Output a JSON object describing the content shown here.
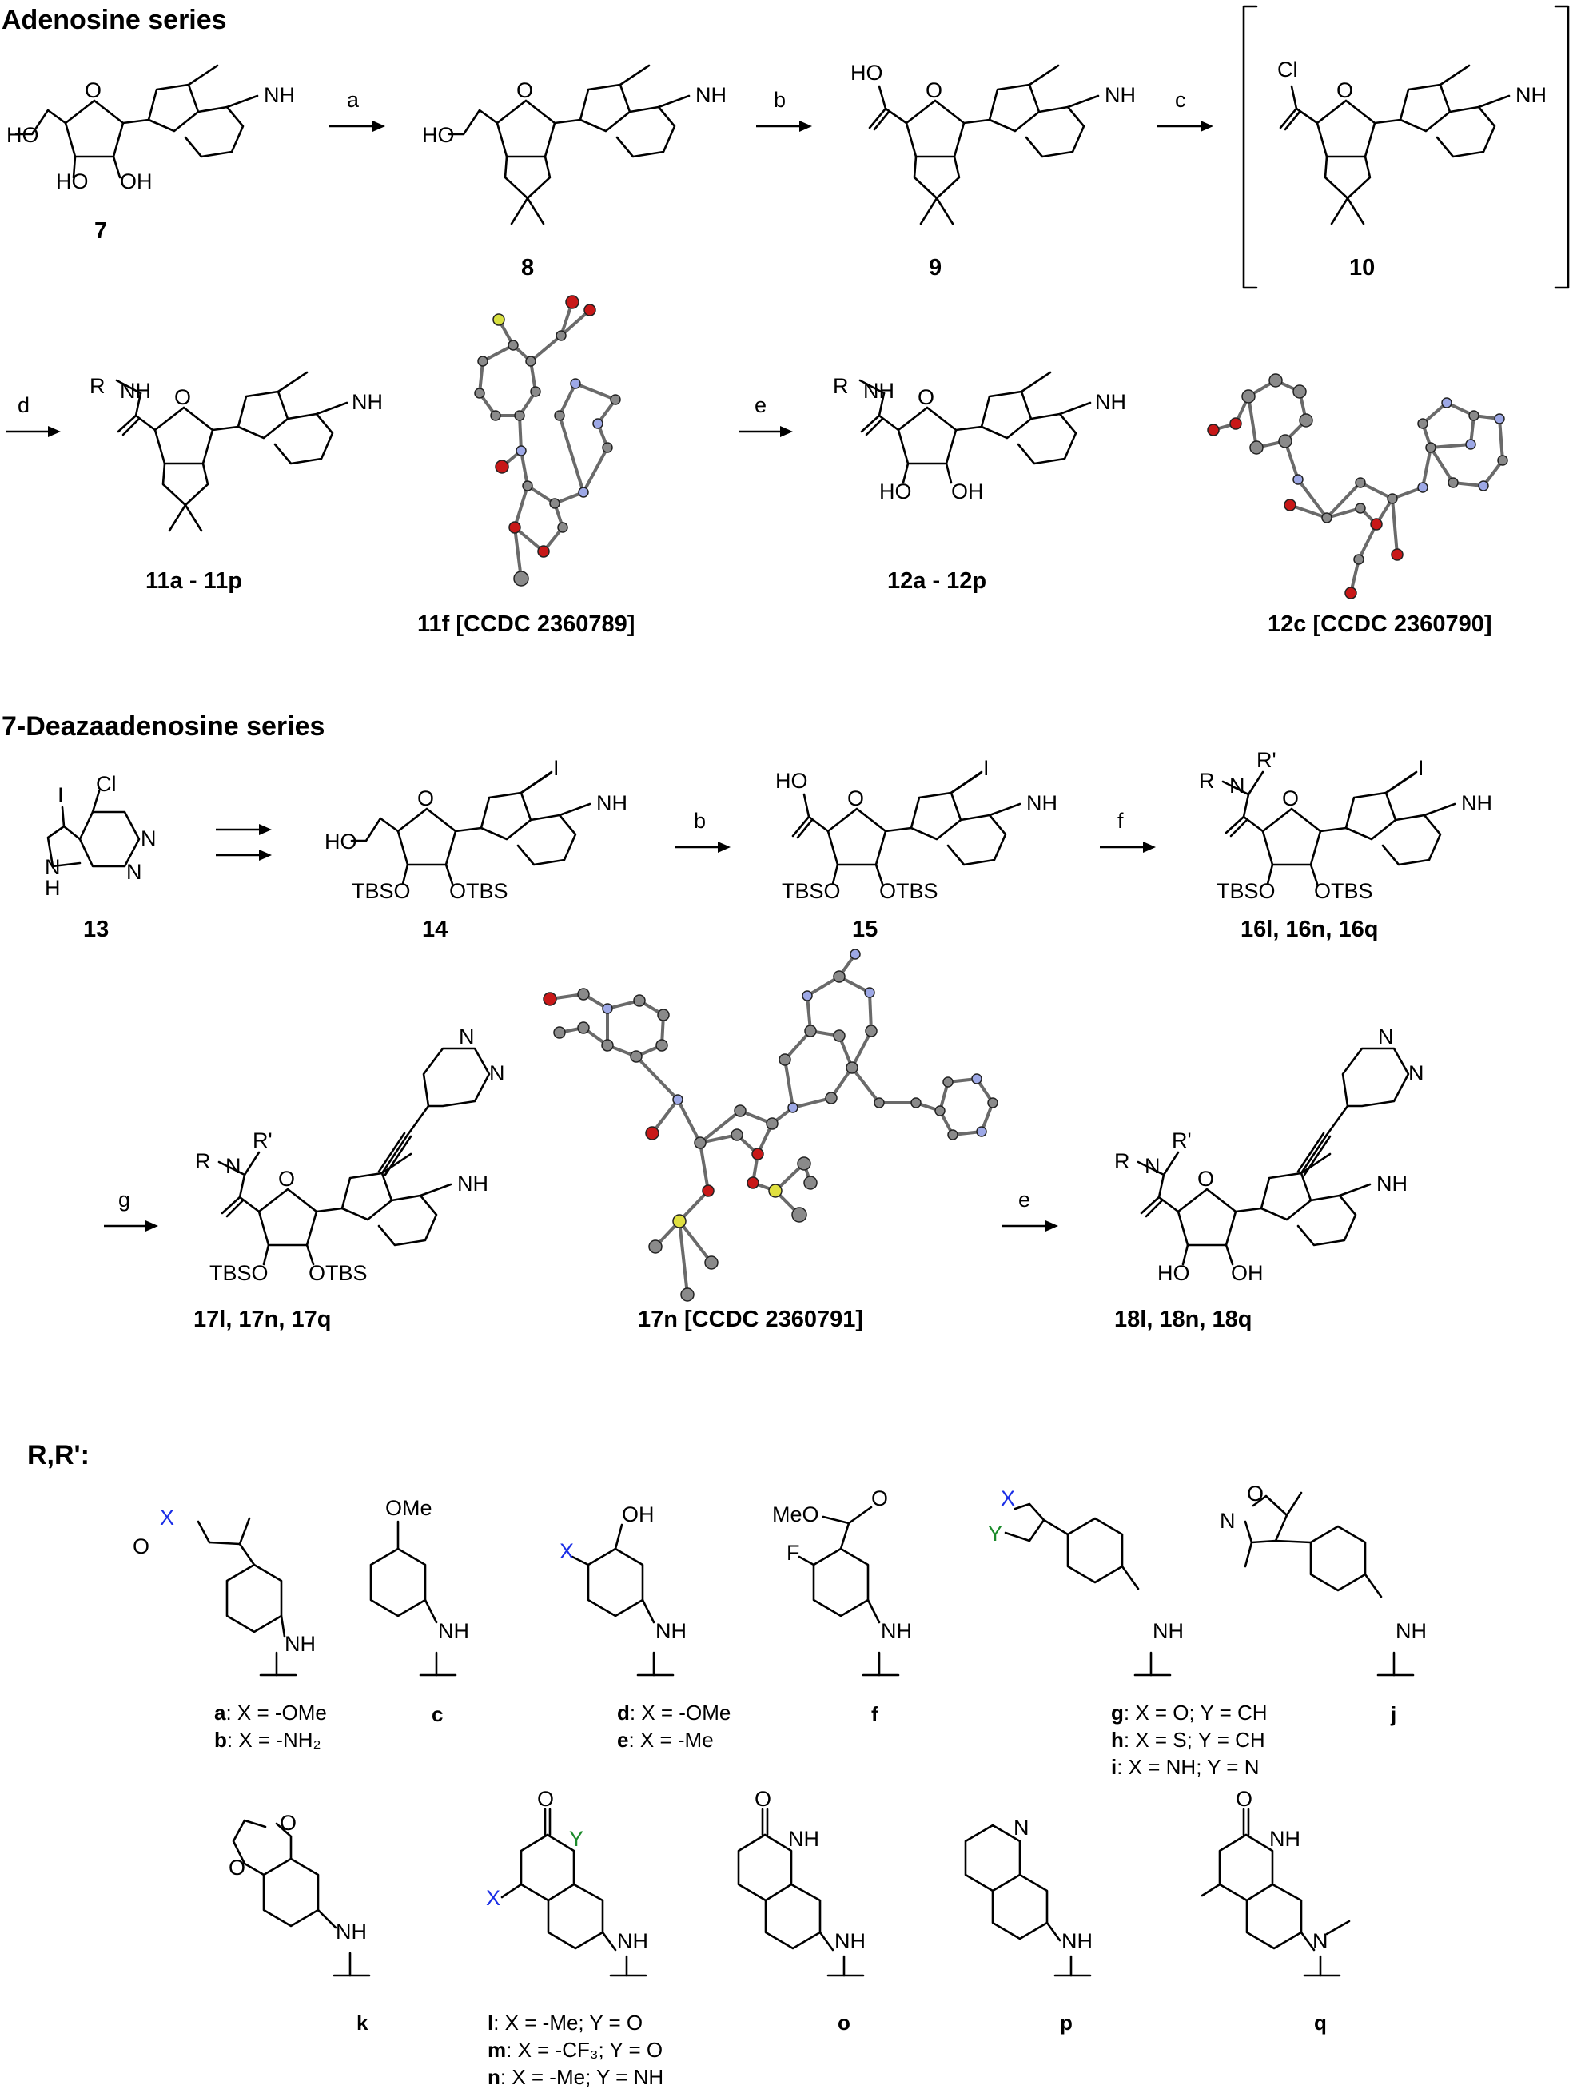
{
  "sections": {
    "adenosine": "Adenosine series",
    "deaza": "7-Deazaadenosine series",
    "rr": "R,R':"
  },
  "steps": [
    "a",
    "b",
    "c",
    "d",
    "e",
    "b",
    "f",
    "g",
    "e"
  ],
  "atoms": {
    "HO": "HO",
    "OH": "OH",
    "NH2": "NH",
    "two": "2",
    "N": "N",
    "O": "O",
    "Cl": "Cl",
    "I": "I",
    "H": "H",
    "R": "R",
    "Rp": "R'",
    "NH": "NH",
    "TBSO": "TBSO",
    "OTBS": "OTBS",
    "OMe": "OMe",
    "MeO": "MeO",
    "F": "F",
    "X": "X",
    "Y": "Y"
  },
  "compounds": {
    "c7": "7",
    "c8": "8",
    "c9": "9",
    "c10": "10",
    "c11": "11a - 11p",
    "c12": "12a - 12p",
    "c13": "13",
    "c14": "14",
    "c15": "15",
    "c16": "16l, 16n, 16q",
    "c17": "17l, 17n, 17q",
    "c18": "18l, 18n, 18q"
  },
  "crystal": {
    "x11f": "11f [CCDC 2360789]",
    "x12c": "12c [CCDC 2360790]",
    "x17n": "17n [CCDC 2360791]"
  },
  "substituents": {
    "a": "a",
    "a_text": ": X = -OMe",
    "b": "b",
    "b_text": ": X = -NH₂",
    "c": "c",
    "d": "d",
    "d_text": ": X = -OMe",
    "e": "e",
    "e_text": ": X = -Me",
    "f": "f",
    "g": "g",
    "g_text": ": X = O; Y = CH",
    "h": "h",
    "h_text": ": X = S; Y = CH",
    "i": "i",
    "i_text": ": X = NH; Y = N",
    "j": "j",
    "k": "k",
    "l": "l",
    "l_text": ":  X = -Me;  Y = O",
    "m": "m",
    "m_text": ":  X = -CF₃;  Y = O",
    "n": "n",
    "n_text": ":  X = -Me;  Y = NH",
    "o": "o",
    "p": "p",
    "q": "q"
  }
}
